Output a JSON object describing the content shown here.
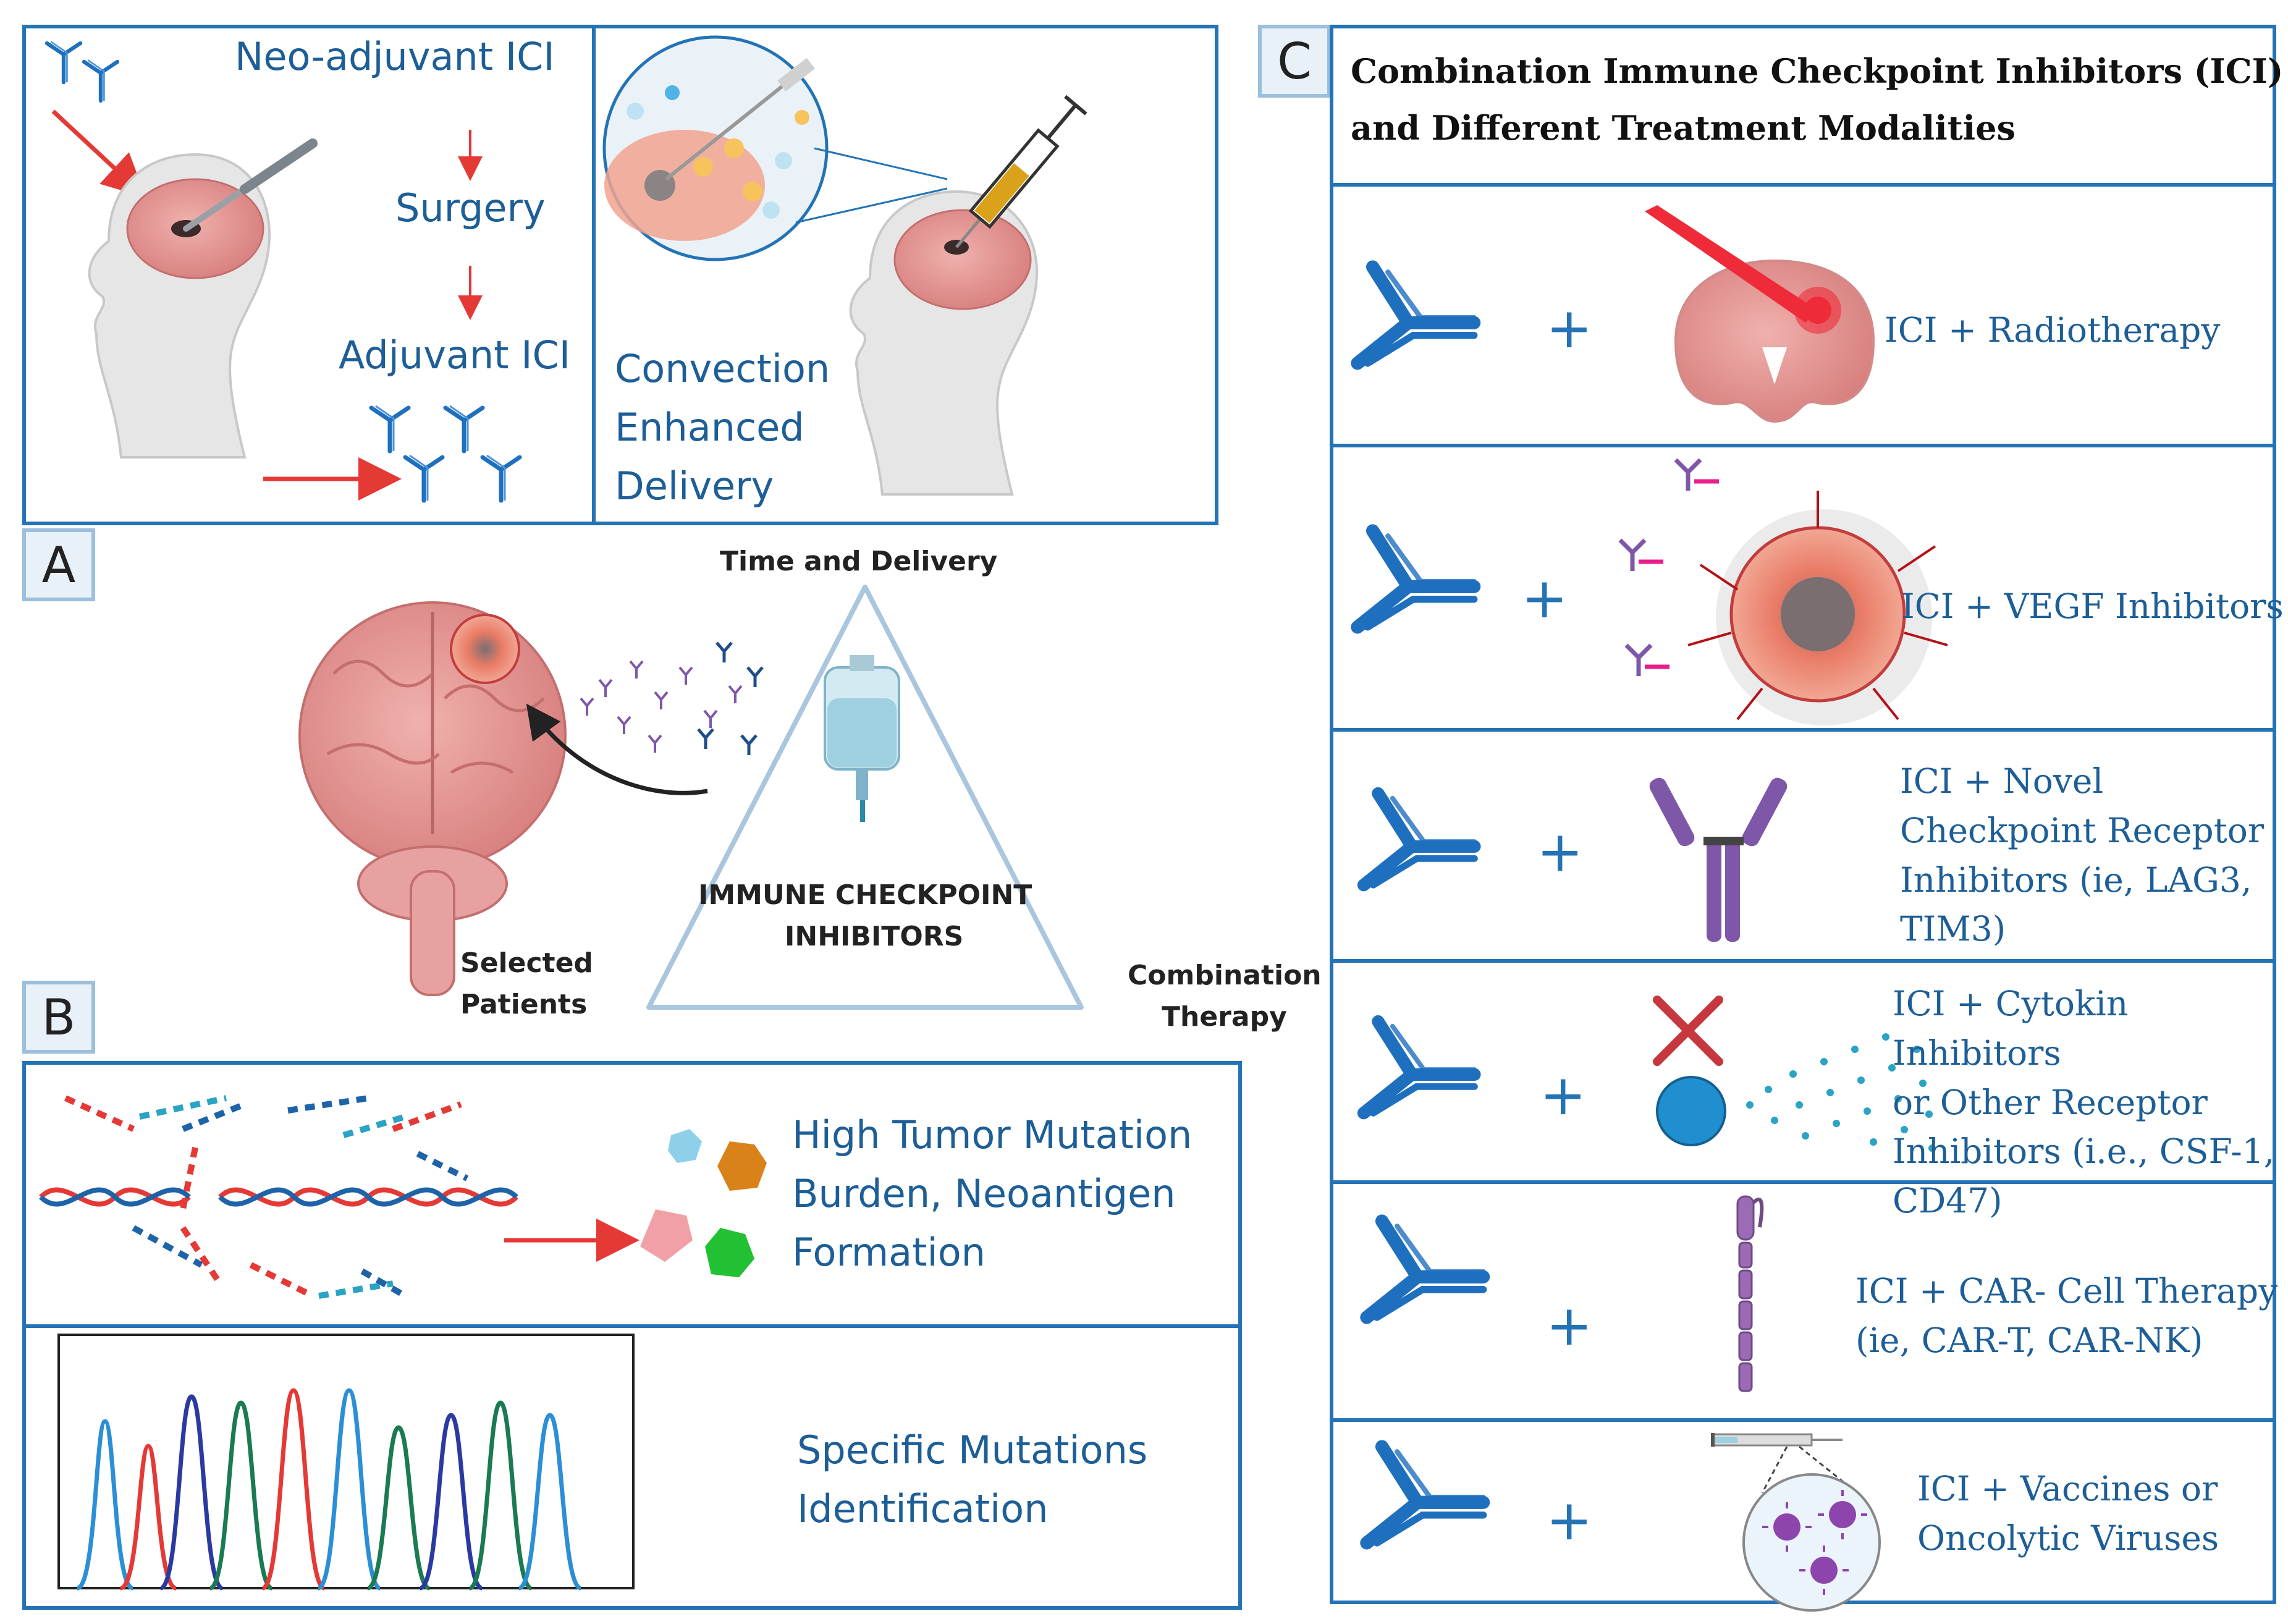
{
  "panel_letters": {
    "a": "A",
    "b": "B",
    "c": "C"
  },
  "panel_a": {
    "neo_adjuvant": "Neo-adjuvant ICI",
    "surgery": "Surgery",
    "adjuvant": "Adjuvant ICI",
    "convection": [
      "Convection",
      "Enhanced",
      "Delivery"
    ]
  },
  "triangle": {
    "top": "Time and Delivery",
    "left": [
      "Selected",
      "Patients"
    ],
    "right": [
      "Combination",
      "Therapy"
    ],
    "center": [
      "IMMUNE CHECKPOINT",
      "INHIBITORS"
    ]
  },
  "panel_b": {
    "tmb": [
      "High Tumor Mutation",
      "Burden, Neoantigen",
      "Formation"
    ],
    "specific": [
      "Specific Mutations",
      "Identification"
    ]
  },
  "panel_c": {
    "title": [
      "Combination Immune Checkpoint Inhibitors (ICI)",
      "and Different Treatment Modalities"
    ],
    "rows": [
      {
        "lines": [
          "ICI + Radiotherapy"
        ]
      },
      {
        "lines": [
          "ICI + VEGF Inhibitors"
        ]
      },
      {
        "lines": [
          "ICI + Novel",
          "Checkpoint Receptor",
          "Inhibitors (ie, LAG3,",
          "TIM3)"
        ]
      },
      {
        "lines": [
          "ICI + Cytokin Inhibitors",
          "or Other Receptor",
          "Inhibitors (i.e., CSF-1,",
          "CD47)"
        ]
      },
      {
        "lines": [
          "ICI + CAR- Cell Therapy",
          "(ie, CAR-T, CAR-NK)"
        ]
      },
      {
        "lines": [
          "ICI + Vaccines or",
          "Oncolytic Viruses"
        ]
      }
    ],
    "plus": "+"
  },
  "colors": {
    "border": "#2473b5",
    "text_blue": "#1d5e97",
    "antibody": "#1f6fbf",
    "arrow_red": "#e53935",
    "brain": "#e8a0a0"
  }
}
